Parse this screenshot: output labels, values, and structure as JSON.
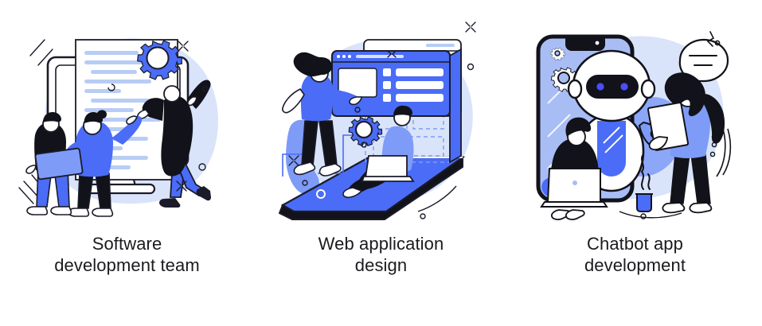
{
  "page": {
    "title": "Software development illustration set",
    "background_color": "#ffffff",
    "layout": "three-up illustration cards with captions"
  },
  "palette": {
    "blue_primary": "#4a6cf7",
    "blue_mid": "#7e9bf7",
    "blue_light": "#a9bdf5",
    "blue_pale": "#d9e4fa",
    "blue_paler": "#eaf0fd",
    "ink": "#12121a",
    "line": "#1b1b2a",
    "white": "#ffffff",
    "caption_color": "#1b1b1f",
    "eye_blue": "#4a4ef7"
  },
  "cards": [
    {
      "id": "software-development-team",
      "caption_line_1": "Software",
      "caption_line_2": "development team",
      "illustration": {
        "name": "software-development-team-illustration",
        "alt": "Three people in front of a large monitor showing lines of code, with a big blue gear",
        "elements": [
          "background-blob",
          "desktop-monitor",
          "code-document",
          "blue-gear",
          "person-climbing-black-sweater",
          "person-pointing-blue-sweater",
          "person-with-laptop-black-tee",
          "decorative-dots",
          "decorative-circles",
          "motion-lines"
        ]
      }
    },
    {
      "id": "web-application-design",
      "caption_line_1": "Web application",
      "caption_line_2": "design",
      "illustration": {
        "name": "web-application-design-illustration",
        "alt": "Woman touching a floating browser window above a large tablet where a man sits with a laptop",
        "elements": [
          "background-blob",
          "liquid-blob",
          "tablet-device",
          "browser-window",
          "browser-window-back",
          "wireframe-dashed-grid",
          "blue-gear",
          "woman-standing-blue-top",
          "man-sitting-with-laptop",
          "decorative-dots",
          "decorative-circles"
        ]
      }
    },
    {
      "id": "chatbot-app-development",
      "caption_line_1": "Chatbot app",
      "caption_line_2": "development",
      "illustration": {
        "name": "chatbot-app-development-illustration",
        "alt": "Large smartphone with a robot, a woman holding a clipboard and a man with a laptop",
        "elements": [
          "background-blob",
          "smartphone-device",
          "gear-outline-small",
          "gear-outline-large",
          "robot-character",
          "speech-bubble",
          "woman-with-clipboard",
          "man-with-laptop",
          "coffee-cup-with-steam",
          "decorative-dots",
          "motion-arcs"
        ]
      }
    }
  ]
}
